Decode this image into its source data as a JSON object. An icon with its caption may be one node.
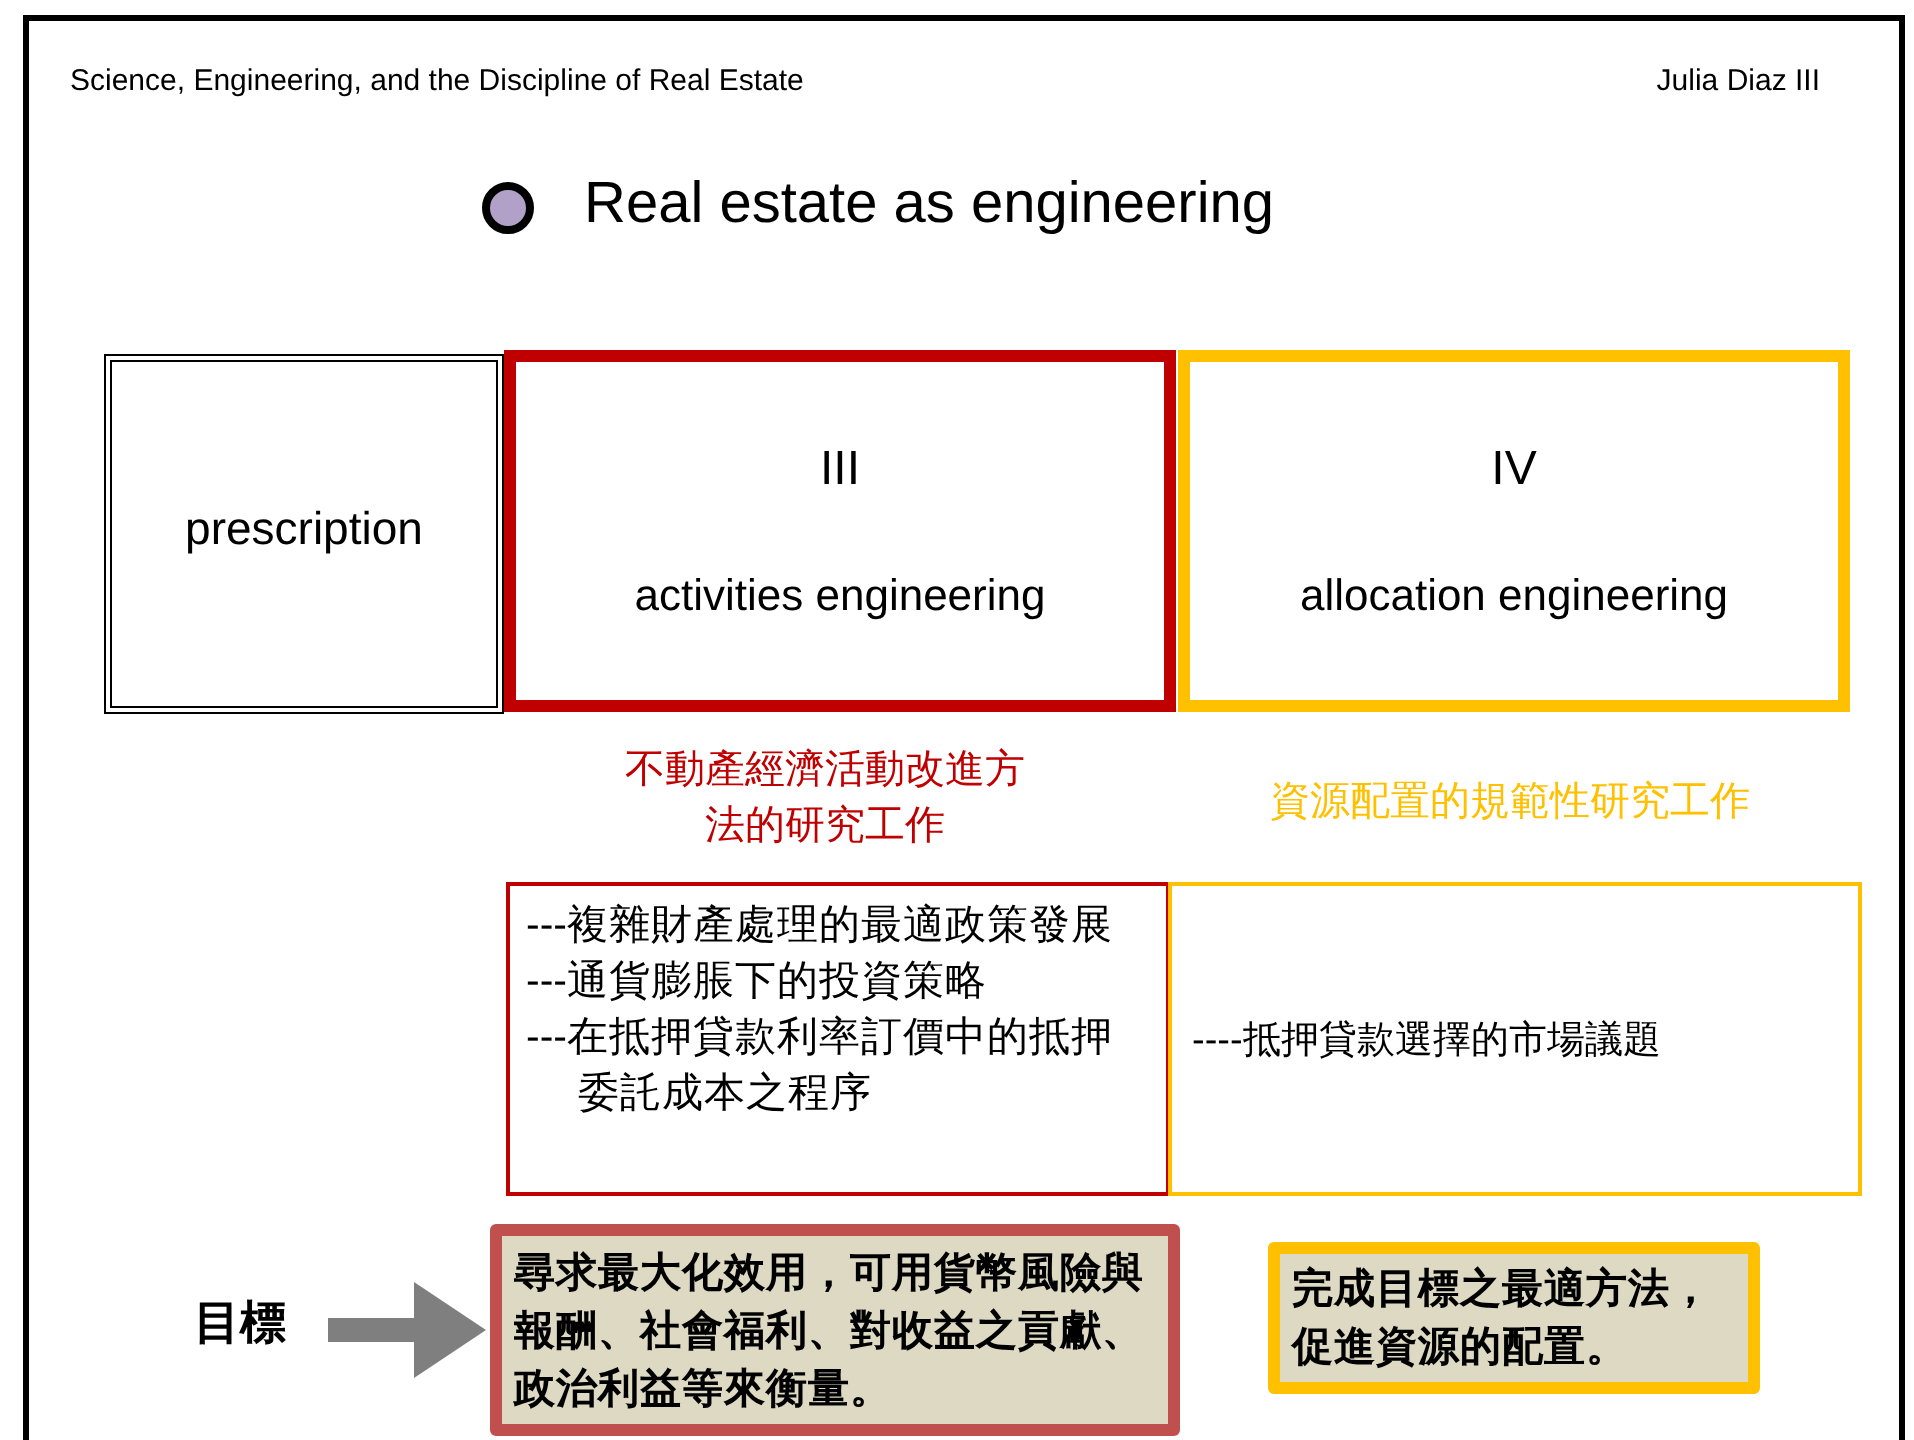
{
  "diagram": {
    "title": "Real estate as engineering",
    "nodes": [
      {
        "text": [
          "prescription"
        ]
      },
      {
        "text": [
          "III",
          "activities engineering"
        ],
        "beside": [
          "不動產經濟活動改進方法的研究工作"
        ]
      },
      {
        "text": [
          "IV",
          "allocation engineering"
        ],
        "beside": [
          "資源配置的規範性研究工作"
        ]
      },
      {
        "text": [
          "---複雜財產處理的最適政策發展",
          "---通貨膨脹下的投資策略",
          "---在抵押貸款利率訂價中的抵押委託成本之程序"
        ]
      },
      {
        "text": [
          "----抵押貸款選擇的市場議題"
        ]
      },
      {
        "text": [
          "目標"
        ]
      },
      {
        "text": [
          "尋求最大化效用，可用貨幣風險與報酬、社會福利、對收益之貢獻、政治利益等來衡量。"
        ]
      },
      {
        "text": [
          "完成目標之最適方法，促進資源的配置。"
        ]
      }
    ],
    "edges": [
      {
        "from": 5,
        "to": 6,
        "arrow": "to"
      }
    ],
    "labels": [
      "Science, Engineering, and the Discipline of Real Estate",
      "Julia Diaz III"
    ]
  }
}
